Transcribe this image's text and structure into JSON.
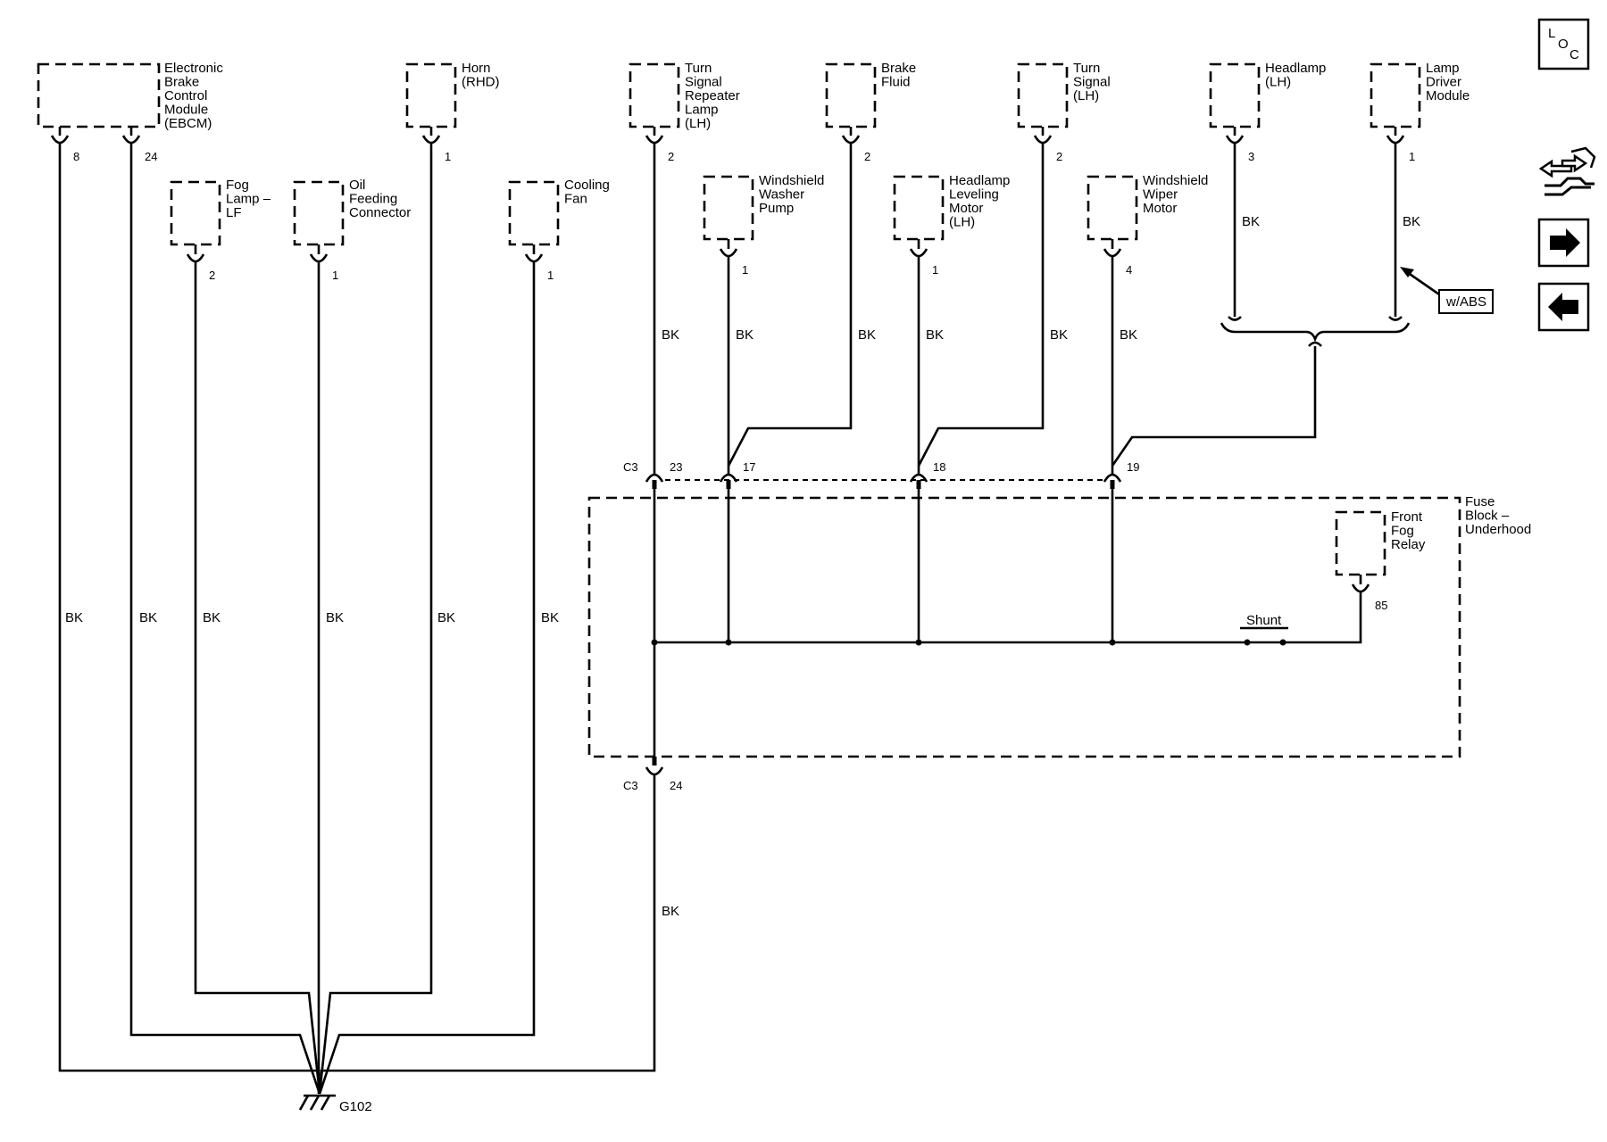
{
  "components": {
    "ebcm": [
      "Electronic",
      "Brake",
      "Control",
      "Module",
      "(EBCM)"
    ],
    "horn": [
      "Horn",
      "(RHD)"
    ],
    "turn_repeater": [
      "Turn",
      "Signal",
      "Repeater",
      "Lamp",
      "(LH)"
    ],
    "brake_fluid": [
      "Brake",
      "Fluid"
    ],
    "turn_signal": [
      "Turn",
      "Signal",
      "(LH)"
    ],
    "headlamp": [
      "Headlamp",
      "(LH)"
    ],
    "lamp_driver": [
      "Lamp",
      "Driver",
      "Module"
    ],
    "fog_lamp": [
      "Fog",
      "Lamp –",
      "LF"
    ],
    "oil_feeding": [
      "Oil",
      "Feeding",
      "Connector"
    ],
    "cooling_fan": [
      "Cooling",
      "Fan"
    ],
    "washer_pump": [
      "Windshield",
      "Washer",
      "Pump"
    ],
    "leveling_motor": [
      "Headlamp",
      "Leveling",
      "Motor",
      "(LH)"
    ],
    "wiper_motor": [
      "Windshield",
      "Wiper",
      "Motor"
    ],
    "fuse_block": [
      "Fuse",
      "Block –",
      "Underhood"
    ],
    "fog_relay": [
      "Front",
      "Fog",
      "Relay"
    ]
  },
  "pins": {
    "ebcm_a": "8",
    "ebcm_b": "24",
    "horn": "1",
    "turn_repeater": "2",
    "brake_fluid": "2",
    "turn_signal": "2",
    "headlamp": "3",
    "lamp_driver": "1",
    "fog_lamp": "2",
    "oil_feeding": "1",
    "cooling_fan": "1",
    "washer_pump": "1",
    "leveling_motor": "1",
    "wiper_motor": "4",
    "fog_relay": "85",
    "c3_23": "23",
    "c3_17": "17",
    "c3_18": "18",
    "c3_19": "19",
    "c3_24": "24"
  },
  "connectors": {
    "c3_top": "C3",
    "c3_bottom": "C3"
  },
  "wire_color": "BK",
  "shunt_label": "Shunt",
  "option_label": "w/ABS",
  "ground_label": "G102",
  "nav": {
    "loc_top": "L",
    "loc_mid": "O",
    "loc_bot": "C"
  }
}
